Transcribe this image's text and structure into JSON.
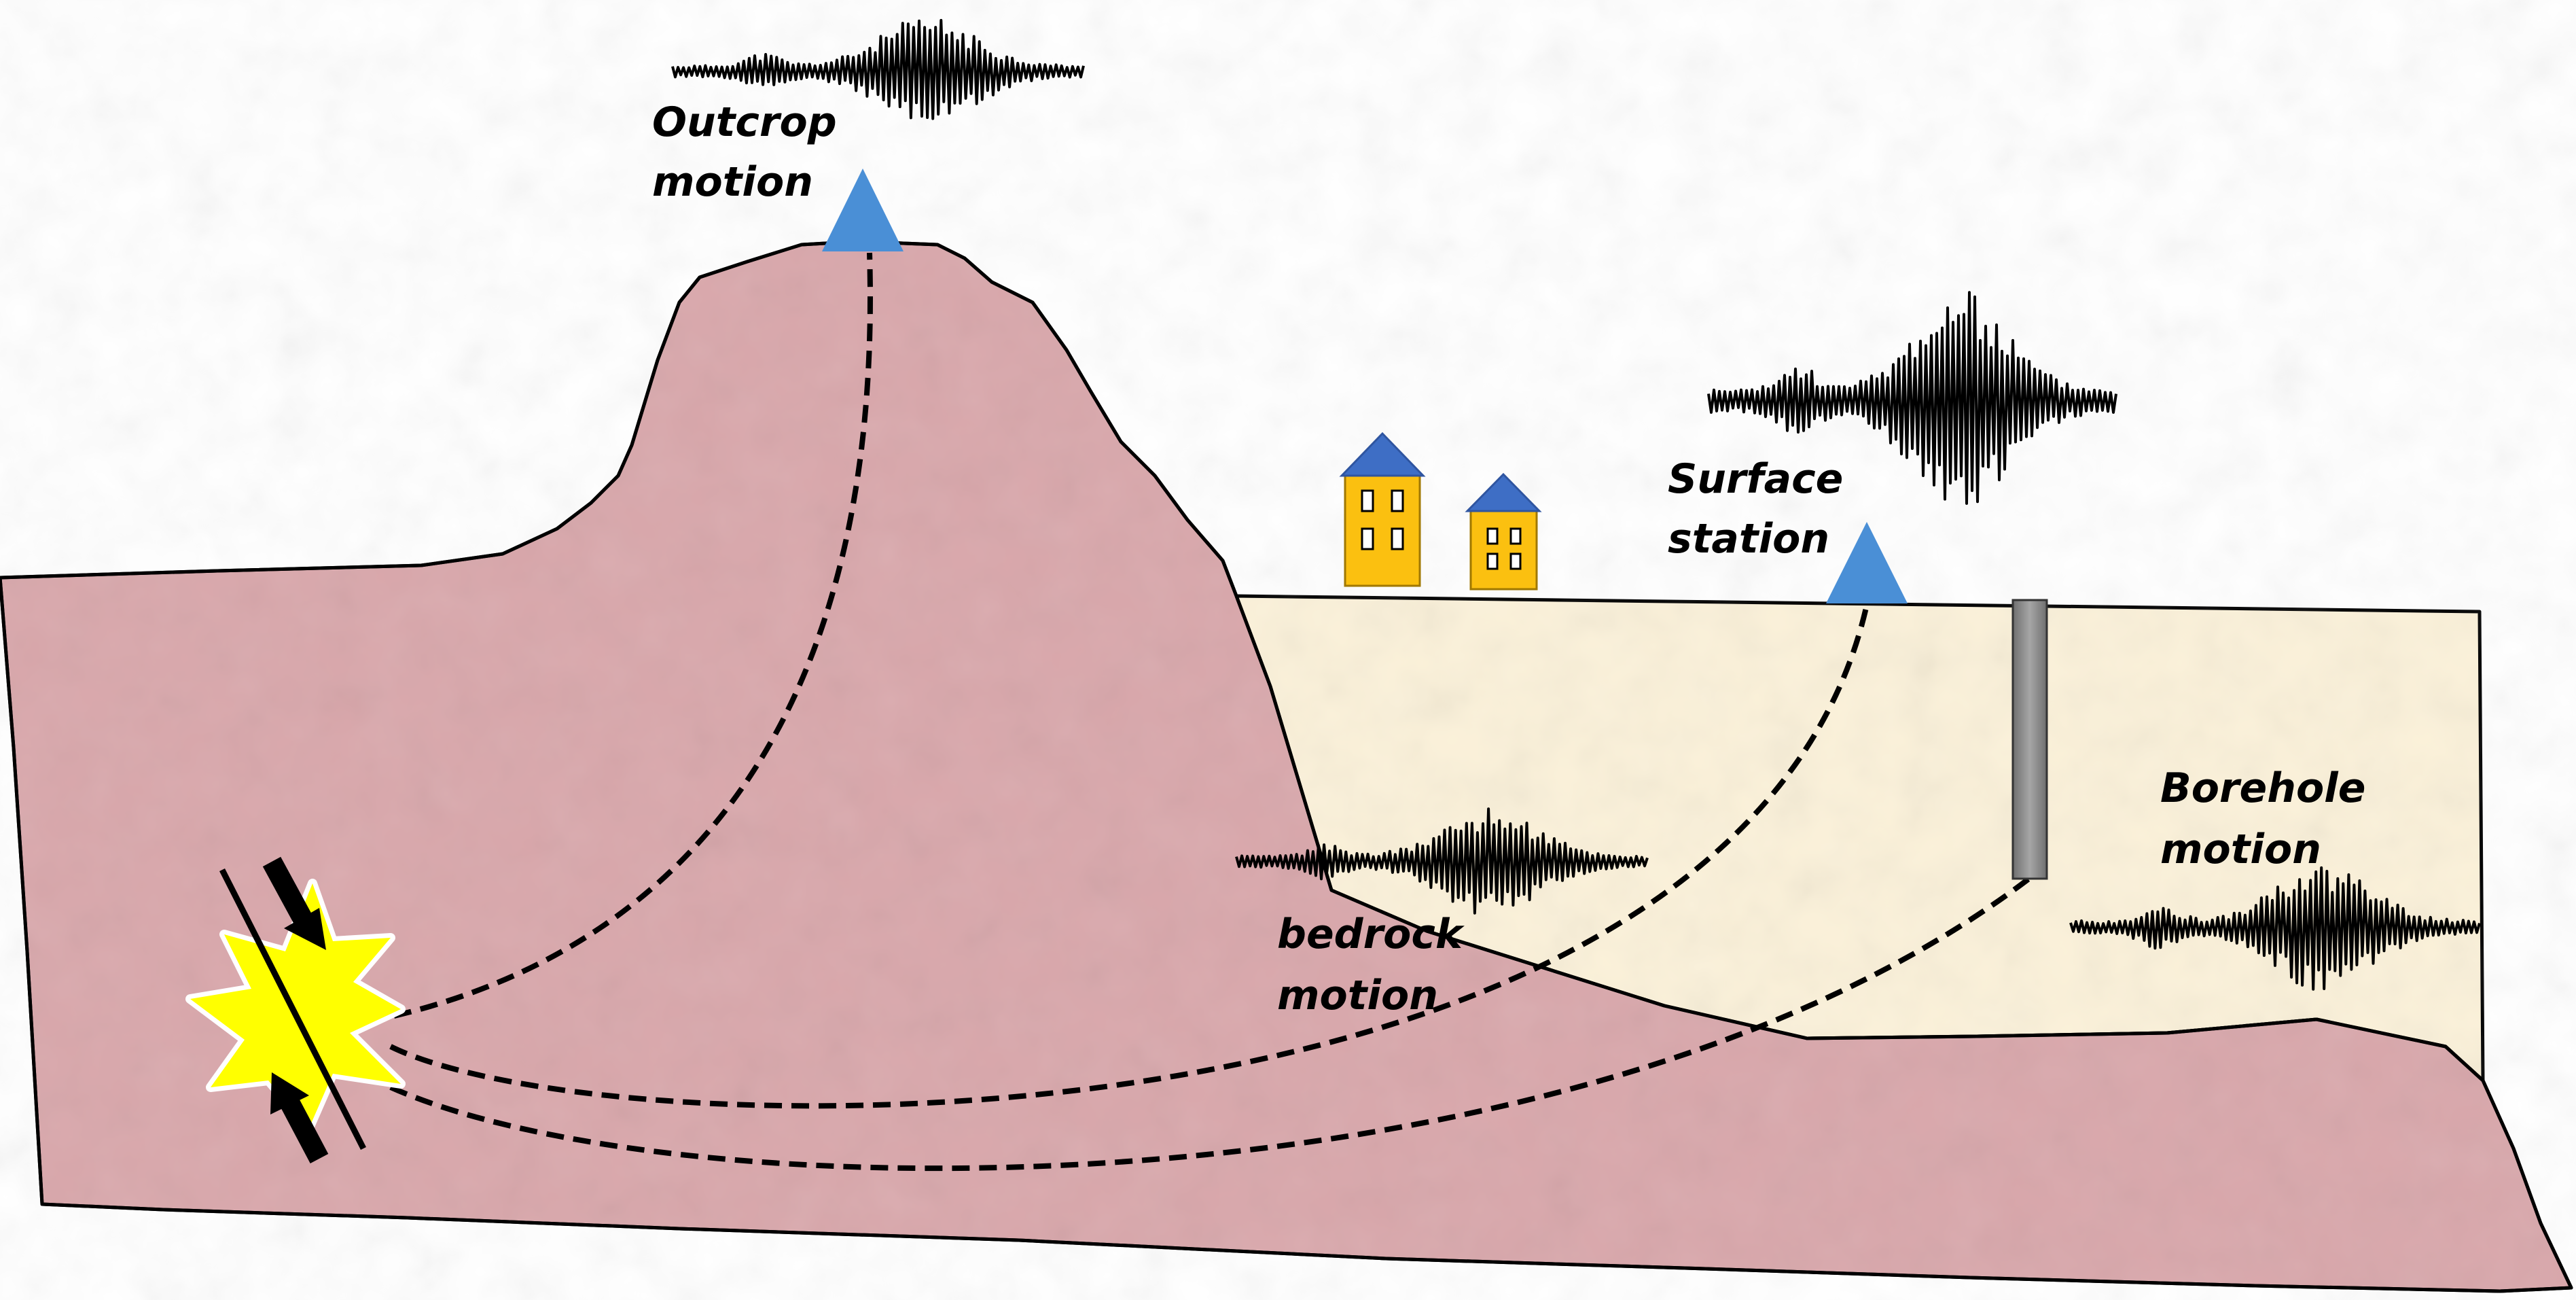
{
  "labels": {
    "outcrop": [
      "Outcrop",
      "motion"
    ],
    "surface": [
      "Surface",
      "station"
    ],
    "bedrock": [
      "bedrock",
      "motion"
    ],
    "borehole": [
      "Borehole",
      "motion"
    ]
  },
  "colors": {
    "rock": "#d9a7ab",
    "rock_texture": "#c99599",
    "soil": "#fbf1d9",
    "station": "#4a8fd6",
    "building": "#fbc010",
    "roof": "#3e6ec5",
    "explosion": "#ffff00",
    "borehole": "#8c8c8c",
    "outline": "#000000"
  },
  "icons": {
    "station": "triangle-station-icon",
    "building": "house-icon",
    "source": "explosion-star-icon",
    "fault": "fault-line-icon",
    "arrow": "slip-arrow-icon",
    "seismogram": "seismogram-trace-icon"
  }
}
